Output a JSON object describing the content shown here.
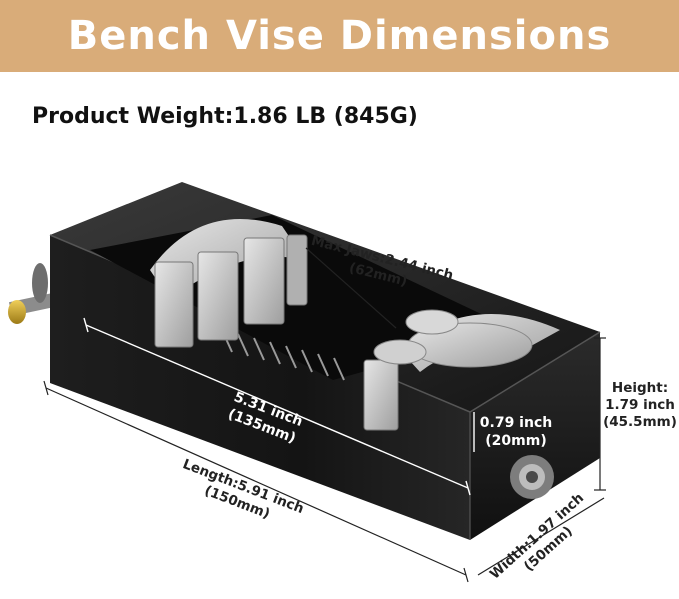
{
  "header": {
    "title": "Bench Vise Dimensions",
    "weight": "Product Weight:1.86 LB (845G)"
  },
  "dimensions": {
    "max_jaws": {
      "line1": "Max Jaws:2.44 inch",
      "line2": "(62mm)"
    },
    "inner_length": {
      "line1": "5.31 inch",
      "line2": "(135mm)"
    },
    "jaw_height": {
      "line1": "0.79 inch",
      "line2": "(20mm)"
    },
    "height": {
      "line1": "Height:",
      "line2": "1.79 inch",
      "line3": "(45.5mm)"
    },
    "length": {
      "line1": "Length:5.91 inch",
      "line2": "(150mm)"
    },
    "width": {
      "line1": "Width:1.97 inch",
      "line2": "(50mm)"
    }
  },
  "colors": {
    "banner": "#d9ac79",
    "vise_body": "#1b1b1b",
    "jaw_metal": "#c9c9c9",
    "brass": "#c9a227"
  }
}
